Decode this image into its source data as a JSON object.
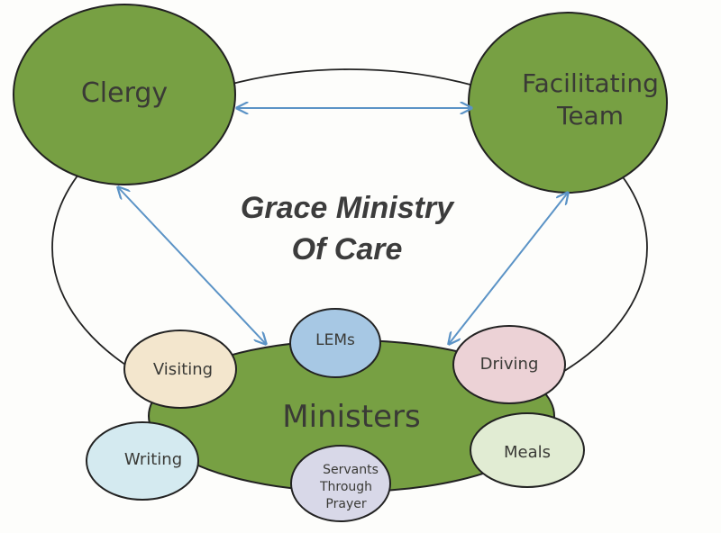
{
  "title_lines": [
    "Grace Ministry",
    "Of Care"
  ],
  "nodes": {
    "clergy": "Clergy",
    "facilitating": [
      "Facilitating",
      "Team"
    ],
    "ministers": "Ministers",
    "lems": "LEMs",
    "visiting": "Visiting",
    "driving": "Driving",
    "writing": "Writing",
    "meals": "Meals",
    "servants": [
      "Servants",
      "Through",
      "Prayer"
    ]
  },
  "colors": {
    "green": "#77a043",
    "lems": "#a7c8e4",
    "visiting": "#f3e6cd",
    "driving": "#ecd2d6",
    "writing": "#d4eaf0",
    "meals": "#e1ecd3",
    "servants": "#d8d8e8",
    "arrow": "#5b93c6"
  }
}
